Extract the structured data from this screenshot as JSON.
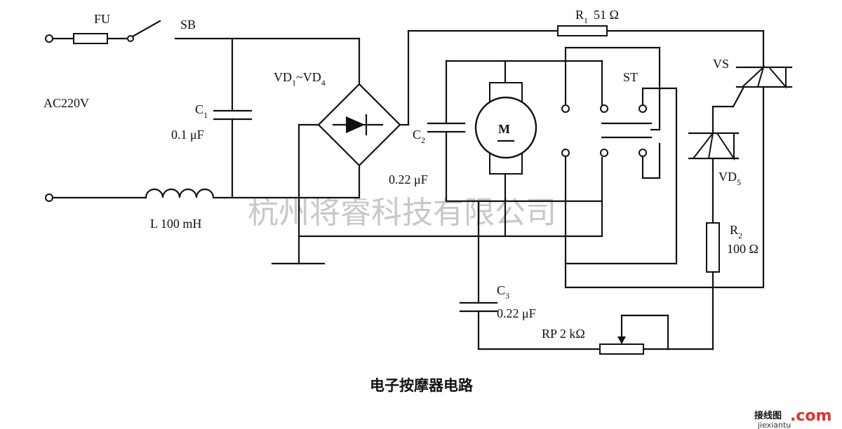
{
  "labels": {
    "fuse": "FU",
    "switch": "SB",
    "source": "AC220V",
    "c1": "C",
    "c1_sub": "1",
    "c1_value": "0.1 μF",
    "inductor": "L 100 mH",
    "bridge_a": "VD",
    "bridge_a_sub": "1",
    "bridge_tilde": "~",
    "bridge_b": "VD",
    "bridge_b_sub": "4",
    "r1": "R",
    "r1_sub": "1",
    "r1_value": "51 Ω",
    "c2": "C",
    "c2_sub": "2",
    "c2_value": "0.22 μF",
    "motor": "M",
    "st": "ST",
    "vs": "VS",
    "vd5": "VD",
    "vd5_sub": "5",
    "r2": "R",
    "r2_sub": "2",
    "r2_value": "100 Ω",
    "c3": "C",
    "c3_sub": "3",
    "c3_value": "0.22 μF",
    "rp": "RP  2 kΩ"
  },
  "title": "电子按摩器电路",
  "watermark": "杭州将睿科技有限公司",
  "logo": {
    "text": "接线图",
    "com": ".com",
    "url": "jiexiantu"
  }
}
